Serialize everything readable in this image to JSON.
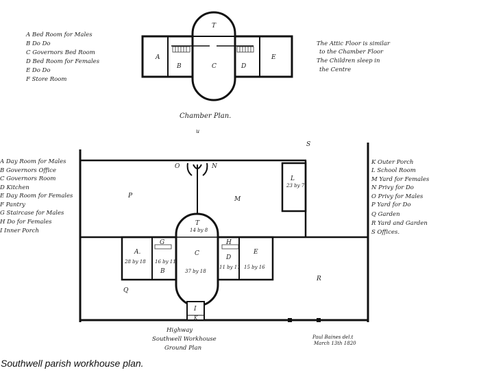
{
  "chamber_legend": [
    "A  Bed Room for Males",
    "B       Do      Do",
    "C  Governors Bed Room",
    "D  Bed Room for Females",
    "E       Do      Do",
    "F  Store Room"
  ],
  "attic_note": [
    "The Attic Floor is similar",
    "to the Chamber Floor",
    "The Children sleep in",
    "the Centre"
  ],
  "chamber_labels": {
    "T": "T",
    "A": "A",
    "B": "B",
    "C": "C",
    "D": "D",
    "E": "E"
  },
  "chamber_title": "Chamber Plan.",
  "chamber_mark": "u",
  "ground_legend_left": [
    "A  Day Room for Males",
    "B  Governors Office",
    "C  Governors Room",
    "D  Kitchen",
    "E  Day Room for Females",
    "F  Pantry",
    "G  Staircase for Males",
    "H      Do    for Females",
    "I  Inner Porch"
  ],
  "ground_legend_right": [
    "K  Outer Porch",
    "L  School Room",
    "M  Yard for Females",
    "N  Privy for Do",
    "O  Privy for Males",
    "P  Yard for Do",
    "Q  Garden",
    "R  Yard and Garden",
    "S  Offices."
  ],
  "ground_labels": {
    "O": "O",
    "N": "N",
    "P": "P",
    "M": "M",
    "S": "S",
    "L": "L",
    "Q": "Q",
    "R": "R",
    "T": "T",
    "A": "A.",
    "B": "B",
    "C": "C",
    "D": "D",
    "E": "E",
    "G": "G",
    "H": "H",
    "I": "I",
    "K": "K"
  },
  "dimensions": {
    "T": "14 by 8",
    "L": "23 by 7",
    "A": "28 by 18",
    "B": "16 by 11",
    "C": "37 by 18",
    "D": "11 by 11",
    "E": "15 by 16"
  },
  "ground_titles": [
    "Highway",
    "Southwell Workhouse",
    "Ground Plan"
  ],
  "signature": [
    "Paul Baines del.t",
    "March 13th 1820"
  ],
  "caption": "Southwell parish workhouse plan."
}
